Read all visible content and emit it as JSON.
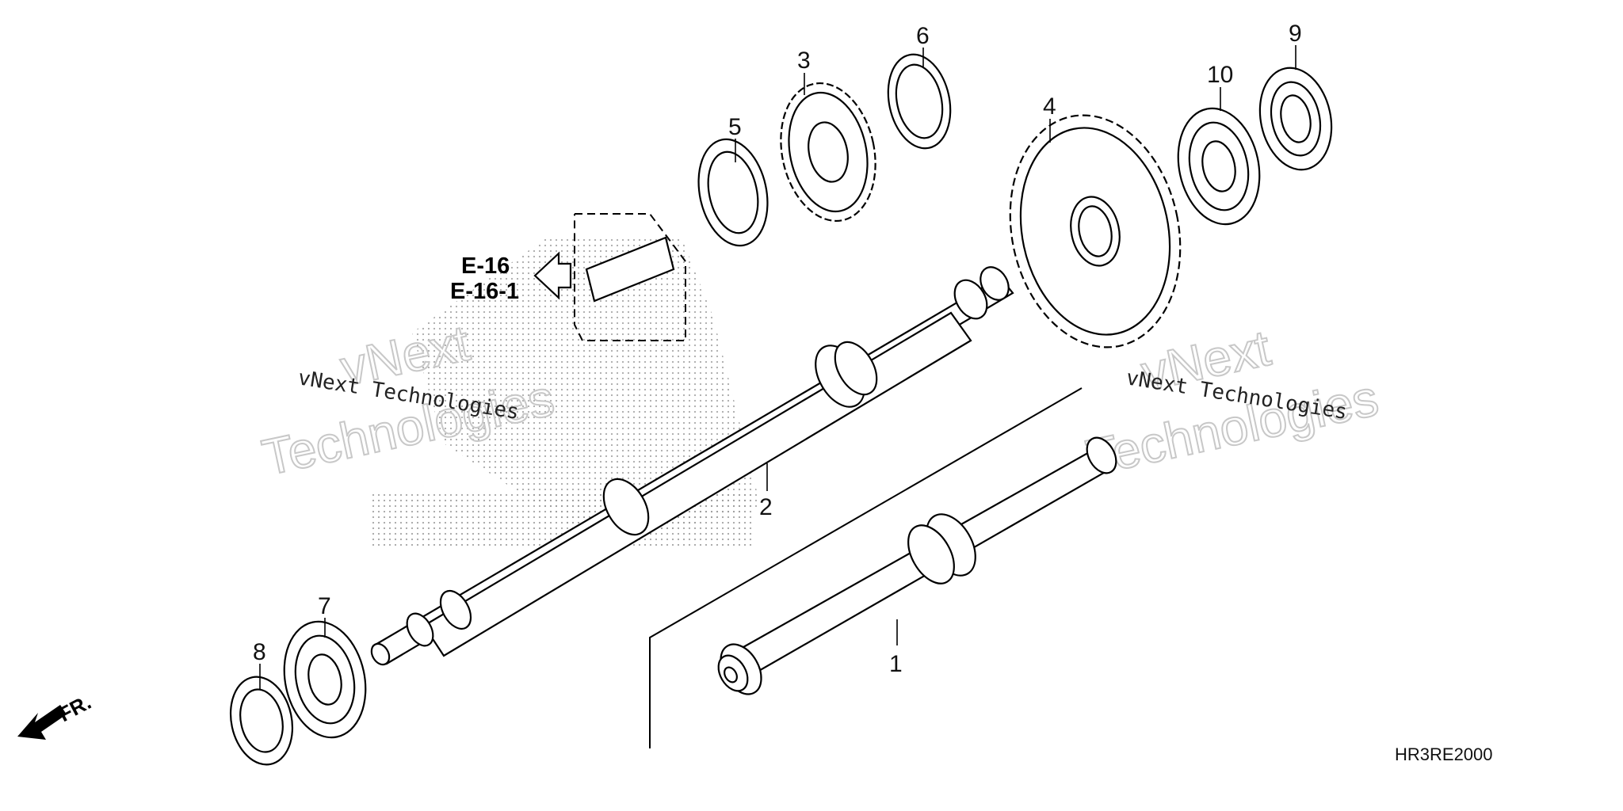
{
  "diagram": {
    "callouts": {
      "p1": "1",
      "p2": "2",
      "p3": "3",
      "p4": "4",
      "p5": "5",
      "p6": "6",
      "p7": "7",
      "p8": "8",
      "p9": "9",
      "p10": "10"
    },
    "reference": {
      "line1": "E-16",
      "line2": "E-16-1"
    },
    "front_label": "FR.",
    "diagram_code": "HR3RE2000",
    "watermark": {
      "left_text": "vNext Technologies",
      "right_text": "vNext Technologies",
      "big_left_1": "vNext",
      "big_left_2": "Technologies",
      "big_right_1": "vNext",
      "big_right_2": "Technologies"
    }
  }
}
